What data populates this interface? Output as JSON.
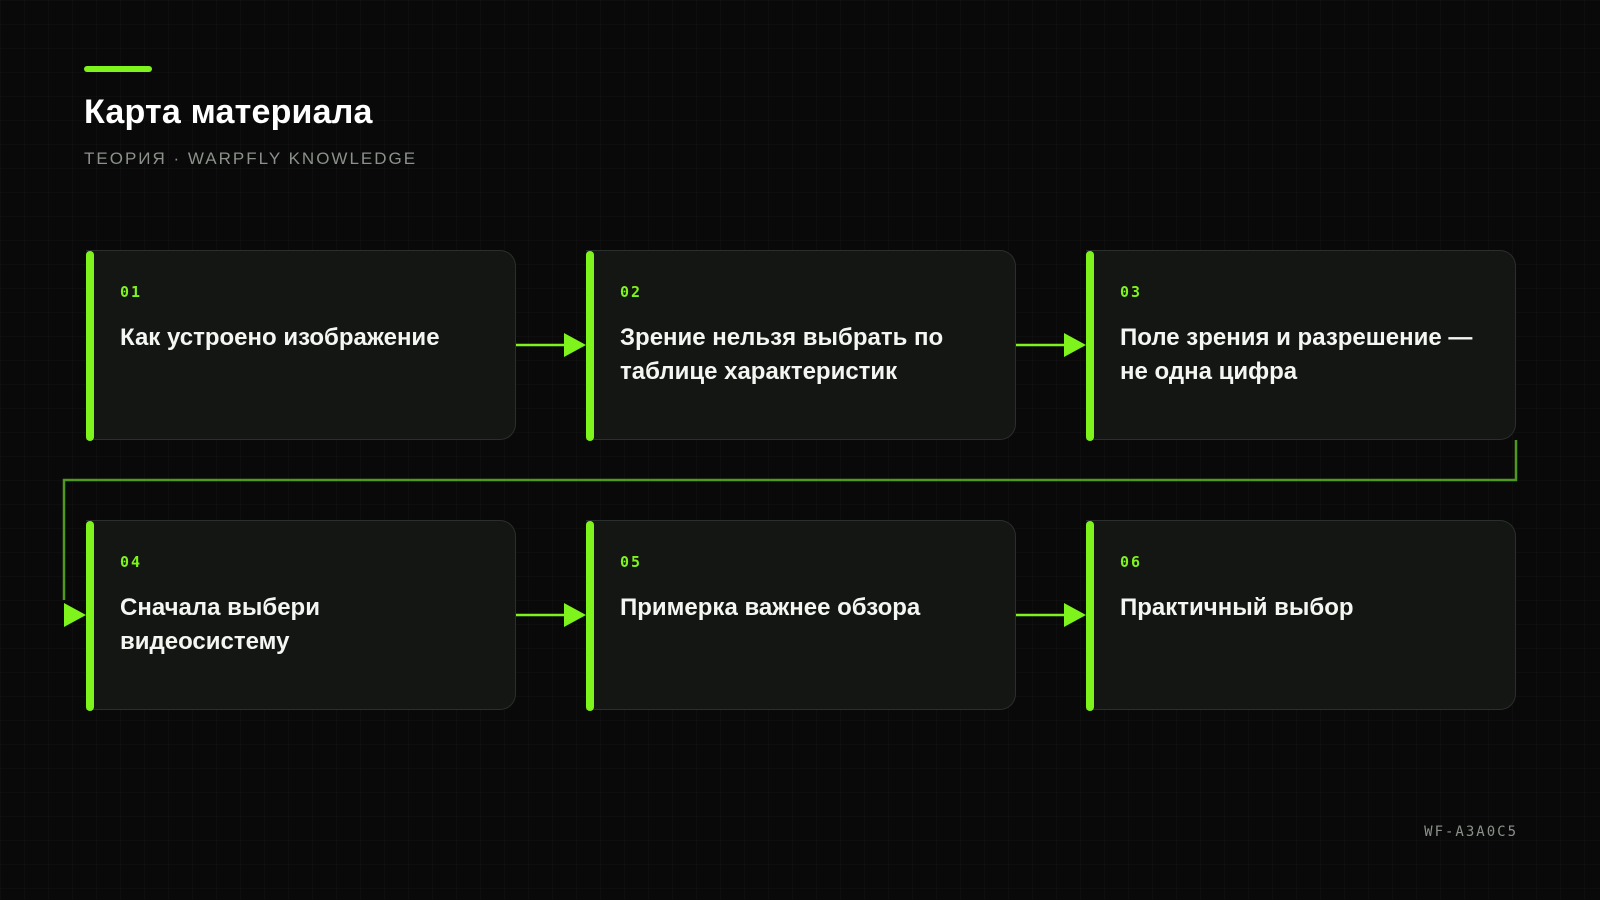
{
  "header": {
    "title": "Карта материала",
    "subtitle": "ТЕОРИЯ · WARPFLY KNOWLEDGE"
  },
  "steps": [
    {
      "num": "01",
      "title": "Как устроено изображение"
    },
    {
      "num": "02",
      "title": "Зрение нельзя выбрать по таблице характеристик"
    },
    {
      "num": "03",
      "title": "Поле зрения и разрешение — не одна цифра"
    },
    {
      "num": "04",
      "title": "Сначала выбери видеосистему"
    },
    {
      "num": "05",
      "title": "Примерка важнее обзора"
    },
    {
      "num": "06",
      "title": "Практичный выбор"
    }
  ],
  "footer": {
    "code": "WF-A3A0C5"
  },
  "colors": {
    "accent": "#7ff41c",
    "background": "#080908",
    "card": "#141614",
    "connector": "#4f9a1c"
  }
}
